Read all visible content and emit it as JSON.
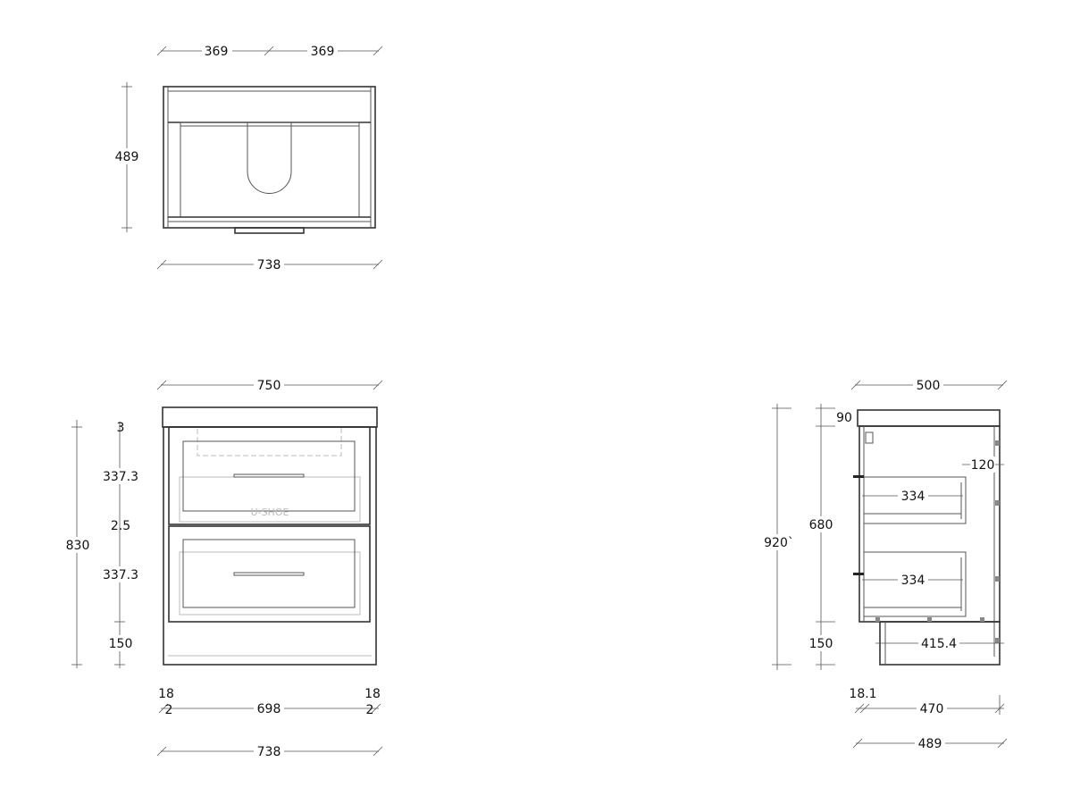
{
  "plan_view": {
    "dims": {
      "half_left": "369",
      "half_right": "369",
      "depth": "489",
      "width": "738"
    }
  },
  "front_view": {
    "watermark": "U-SHOE",
    "dims": {
      "top_width": "750",
      "total_height": "830",
      "gap_top": "3",
      "drawer_top": "337.3",
      "gap_mid": "2.5",
      "drawer_bottom": "337.3",
      "plinth": "150",
      "side_left": "18",
      "side_left_gap": "2",
      "inner_width": "698",
      "side_right": "18",
      "side_right_gap": "2",
      "base_width": "738"
    }
  },
  "side_view": {
    "dims": {
      "top_depth": "500",
      "total_height": "920`",
      "top_thickness": "90",
      "carcass_height": "680",
      "plinth": "150",
      "drawer_top_depth": "334",
      "drawer_bottom_depth": "334",
      "rear_gap": "120",
      "plinth_depth": "415.4",
      "door_thickness": "18.1",
      "carcass_depth": "470",
      "overall_depth": "489"
    }
  }
}
